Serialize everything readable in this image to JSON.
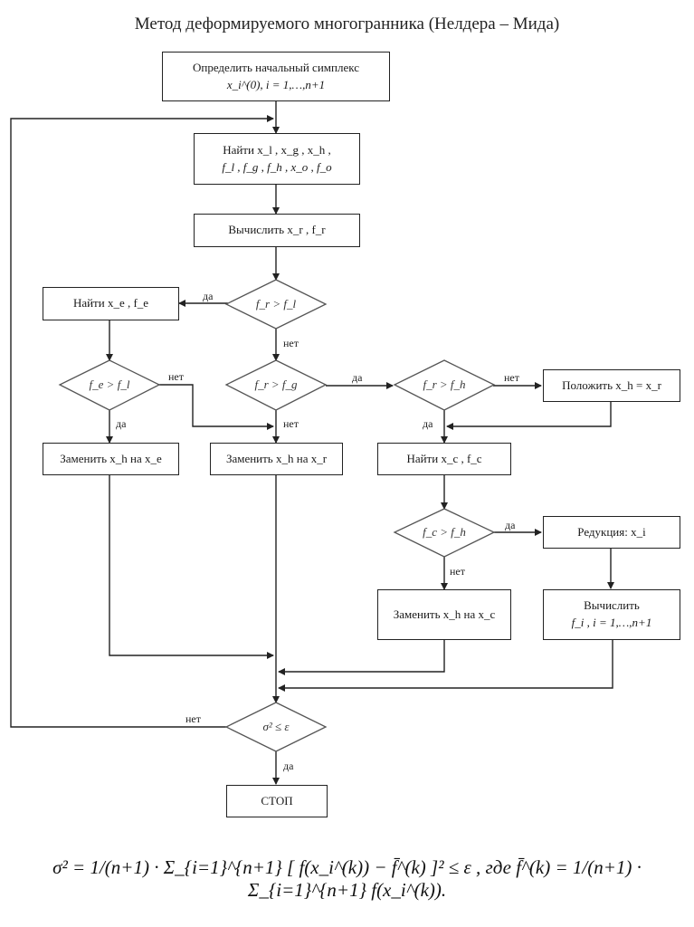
{
  "title": "Метод деформируемого многогранника (Нелдера – Мида)",
  "nodes": {
    "init": {
      "line1": "Определить начальный симплекс",
      "line2": "x_i^(0), i = 1,…,n+1"
    },
    "find": {
      "line1": "Найти  x_l , x_g , x_h ,",
      "line2": "f_l , f_g , f_h , x_o , f_o"
    },
    "compute_r": {
      "text": "Вычислить  x_r , f_r"
    },
    "cond_r_l": {
      "text": "f_r > f_l"
    },
    "find_e": {
      "text": "Найти  x_e , f_e"
    },
    "cond_e_l": {
      "text": "f_e > f_l"
    },
    "cond_r_g": {
      "text": "f_r > f_g"
    },
    "cond_r_h": {
      "text": "f_r > f_h"
    },
    "set_h": {
      "text": "Положить  x_h = x_r"
    },
    "replace_e": {
      "text": "Заменить  x_h  на  x_e"
    },
    "replace_r": {
      "text": "Заменить  x_h  на  x_r"
    },
    "find_c": {
      "text": "Найти  x_c , f_c"
    },
    "cond_c_h": {
      "text": "f_c > f_h"
    },
    "reduce": {
      "text": "Редукция:  x_i"
    },
    "replace_c": {
      "text": "Заменить  x_h  на  x_c"
    },
    "compute_f": {
      "line1": "Вычислить",
      "line2": "f_i , i = 1,…,n+1"
    },
    "cond_sigma": {
      "text": "σ² ≤ ε"
    },
    "stop": {
      "text": "СТОП"
    }
  },
  "labels": {
    "yes": "да",
    "no": "нет"
  },
  "formula": {
    "text": "σ² = 1/(n+1) · Σ_{i=1}^{n+1} [ f(x_i^(k)) − f̄^(k) ]² ≤ ε , где  f̄^(k) = 1/(n+1) · Σ_{i=1}^{n+1} f(x_i^(k))."
  }
}
